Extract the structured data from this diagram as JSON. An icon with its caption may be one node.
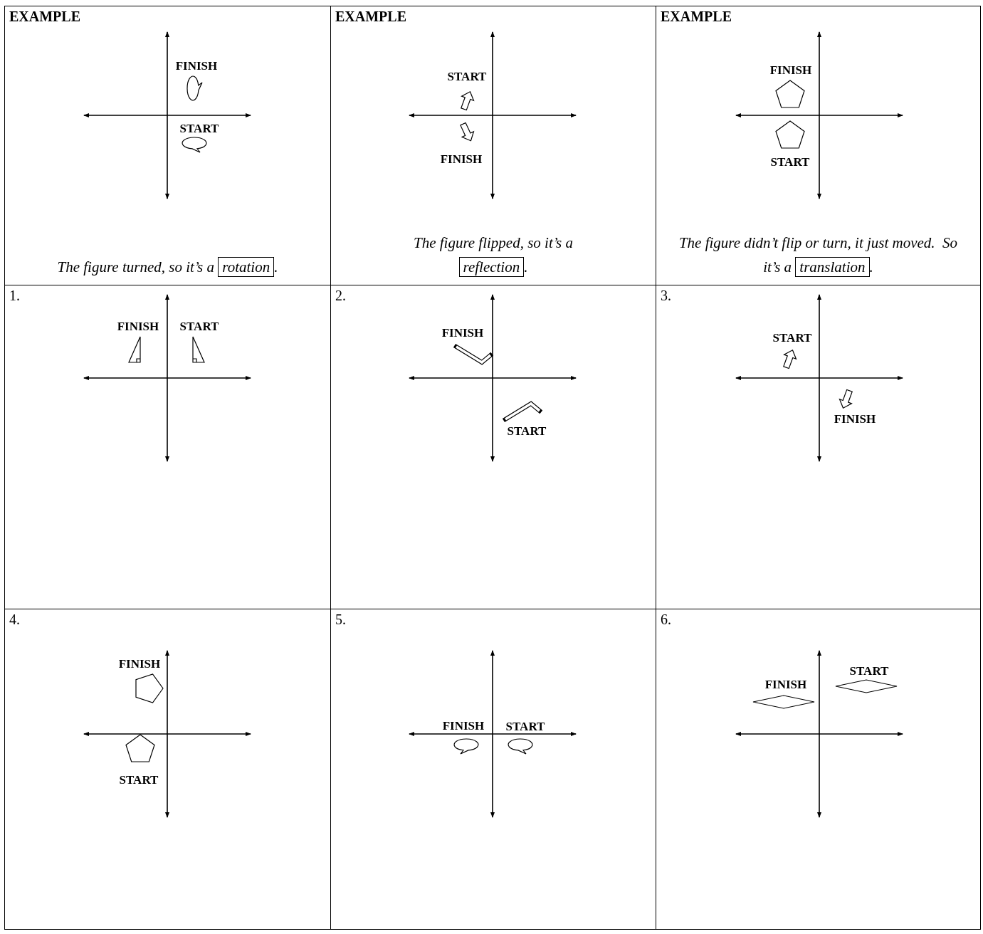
{
  "diagram": {
    "nodes": [
      {
        "text": [
          "EXAMPLE",
          "FINISH",
          "START",
          "The figure turned, so it’s a",
          "."
        ]
      },
      {
        "text": [
          "rotation"
        ],
        "in": 0
      },
      {
        "text": [
          "EXAMPLE",
          "START",
          "FINISH",
          "The figure flipped, so it’s a",
          "."
        ]
      },
      {
        "text": [
          "reflection"
        ],
        "in": 2
      },
      {
        "text": [
          "EXAMPLE",
          "FINISH",
          "START",
          "The figure didn’t flip or turn, it just moved.  So it’s a",
          "."
        ]
      },
      {
        "text": [
          "translation"
        ],
        "in": 4
      },
      {
        "text": [
          "1.",
          "FINISH",
          "START"
        ]
      },
      {
        "text": [
          "2.",
          "FINISH",
          "START"
        ]
      },
      {
        "text": [
          "3.",
          "START",
          "FINISH"
        ]
      },
      {
        "text": [
          "4.",
          "FINISH",
          "START"
        ]
      },
      {
        "text": [
          "5.",
          "FINISH",
          "START"
        ]
      },
      {
        "text": [
          "6.",
          "START",
          "FINISH"
        ]
      }
    ]
  }
}
